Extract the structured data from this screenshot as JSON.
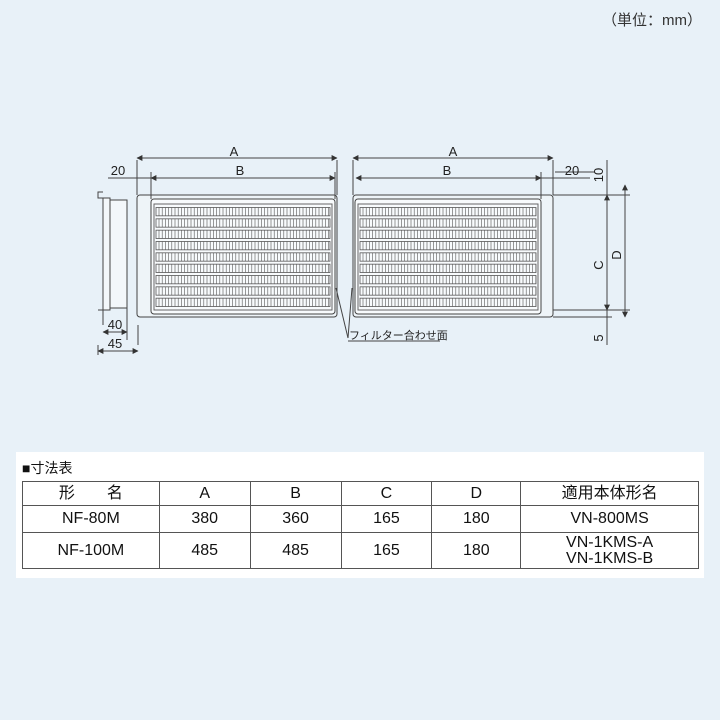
{
  "unit_label": "（単位：mm）",
  "diagram": {
    "labels": {
      "A_left": "A",
      "B_left": "B",
      "dim_20_left": "20",
      "A_right": "A",
      "B_right": "B",
      "dim_20_right": "20",
      "dim_10": "10",
      "C": "C",
      "D": "D",
      "dim_5": "5",
      "dim_40": "40",
      "dim_45": "45",
      "filter_face_note": "フィルター合わせ面"
    }
  },
  "table": {
    "title": "■寸法表",
    "headers": [
      "形　　名",
      "A",
      "B",
      "C",
      "D",
      "適用本体形名"
    ],
    "rows": [
      {
        "model": "NF-80M",
        "A": "380",
        "B": "360",
        "C": "165",
        "D": "180",
        "applicable": [
          "VN-800MS"
        ]
      },
      {
        "model": "NF-100M",
        "A": "485",
        "B": "485",
        "C": "165",
        "D": "180",
        "applicable": [
          "VN-1KMS-A",
          "VN-1KMS-B"
        ]
      }
    ]
  },
  "colors": {
    "background": "#e8f1f8",
    "line": "#333333",
    "table_bg": "#ffffff"
  }
}
